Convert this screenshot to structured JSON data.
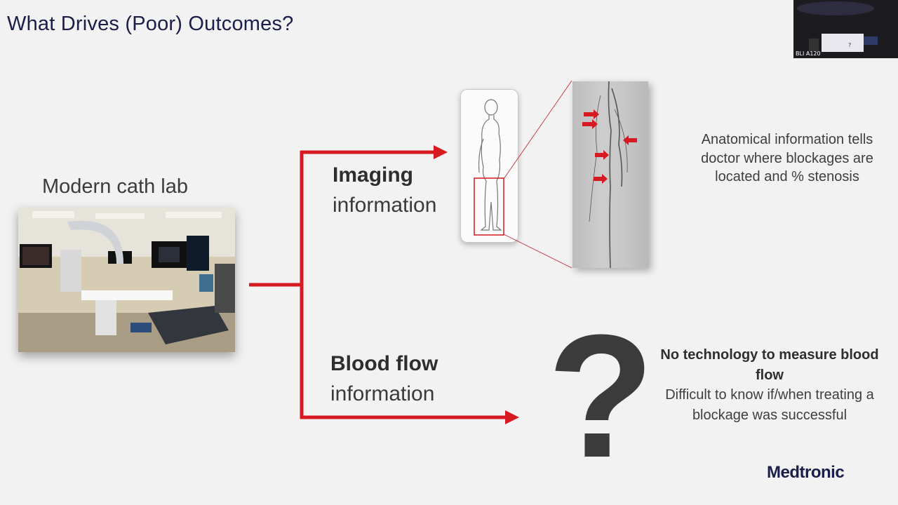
{
  "slide": {
    "title": "What Drives (Poor) Outcomes?",
    "cath_lab_label": "Modern cath lab",
    "imaging": {
      "bold": "Imaging",
      "rest": "information"
    },
    "blood_flow": {
      "bold": "Blood flow",
      "rest": "information"
    },
    "anatomical_text": "Anatomical information tells doctor where blockages are located and % stenosis",
    "question_mark": "?",
    "blood_flow_bold": "No technology to measure blood flow",
    "blood_flow_text": "Difficult to know if/when treating a blockage was successful",
    "logo": "Medtronic"
  },
  "webcam": {
    "label": "BLI A120"
  },
  "colors": {
    "accent_red": "#d71921",
    "title_navy": "#1c1e4a",
    "background": "#f2f2f2"
  },
  "icons": [
    "human-body-icon",
    "angiogram-image",
    "red-arrow-icon",
    "question-mark-icon"
  ]
}
